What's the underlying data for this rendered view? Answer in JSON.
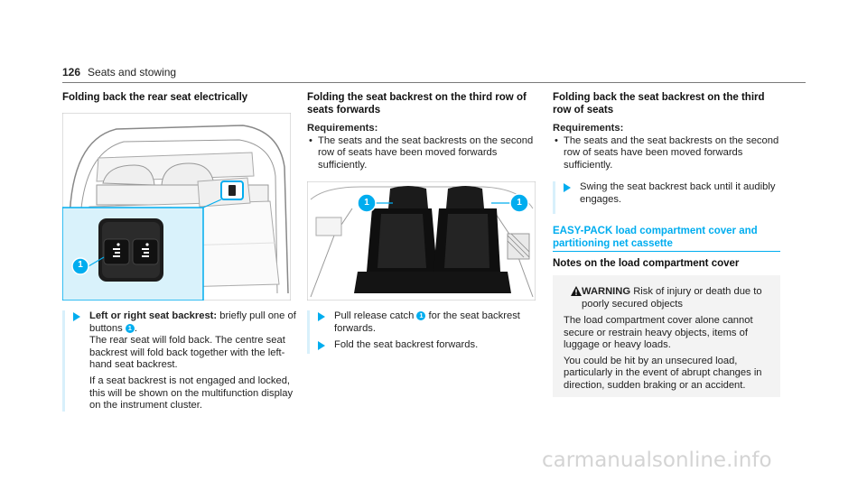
{
  "header": {
    "page_number": "126",
    "section": "Seats and stowing"
  },
  "col1": {
    "heading": "Folding back the rear seat electrically",
    "step_title": "Left or right seat backrest:",
    "step_text_a": " briefly pull one of buttons ",
    "step_text_b": ".",
    "callout": "1",
    "para1": "The rear seat will fold back. The centre seat backrest will fold back together with the left-hand seat backrest.",
    "para2": "If a seat backrest is not engaged and locked, this will be shown on the multifunction display on the instrument cluster."
  },
  "col2": {
    "heading": "Folding the seat backrest on the third row of seats forwards",
    "requirements_label": "Requirements:",
    "requirement": "The seats and the seat backrests on the second row of seats have been moved forwards sufficiently.",
    "step1_a": "Pull release catch ",
    "step1_b": " for the seat backrest forwards.",
    "step2": "Fold the seat backrest forwards.",
    "callout": "1"
  },
  "col3": {
    "heading": "Folding back the seat backrest on the third row of seats",
    "requirements_label": "Requirements:",
    "requirement": "The seats and the seat backrests on the second row of seats have been moved forwards sufficiently.",
    "step": "Swing the seat backrest back until it audibly engages.",
    "section_title": "EASY-PACK load compartment cover and partitioning net cassette",
    "notes_heading": "Notes on the load compartment cover",
    "warning_label": "WARNING",
    "warning_summary": "Risk of injury or death due to poorly secured objects",
    "warning_p1": "The load compartment cover alone cannot secure or restrain heavy objects, items of luggage or heavy loads.",
    "warning_p2": "You could be hit by an unsecured load, particularly in the event of abrupt changes in direction, sudden braking or an accident."
  },
  "watermark": "carmanualsonline.info",
  "colors": {
    "accent": "#00adef",
    "warning_bg": "#f3f3f3"
  }
}
